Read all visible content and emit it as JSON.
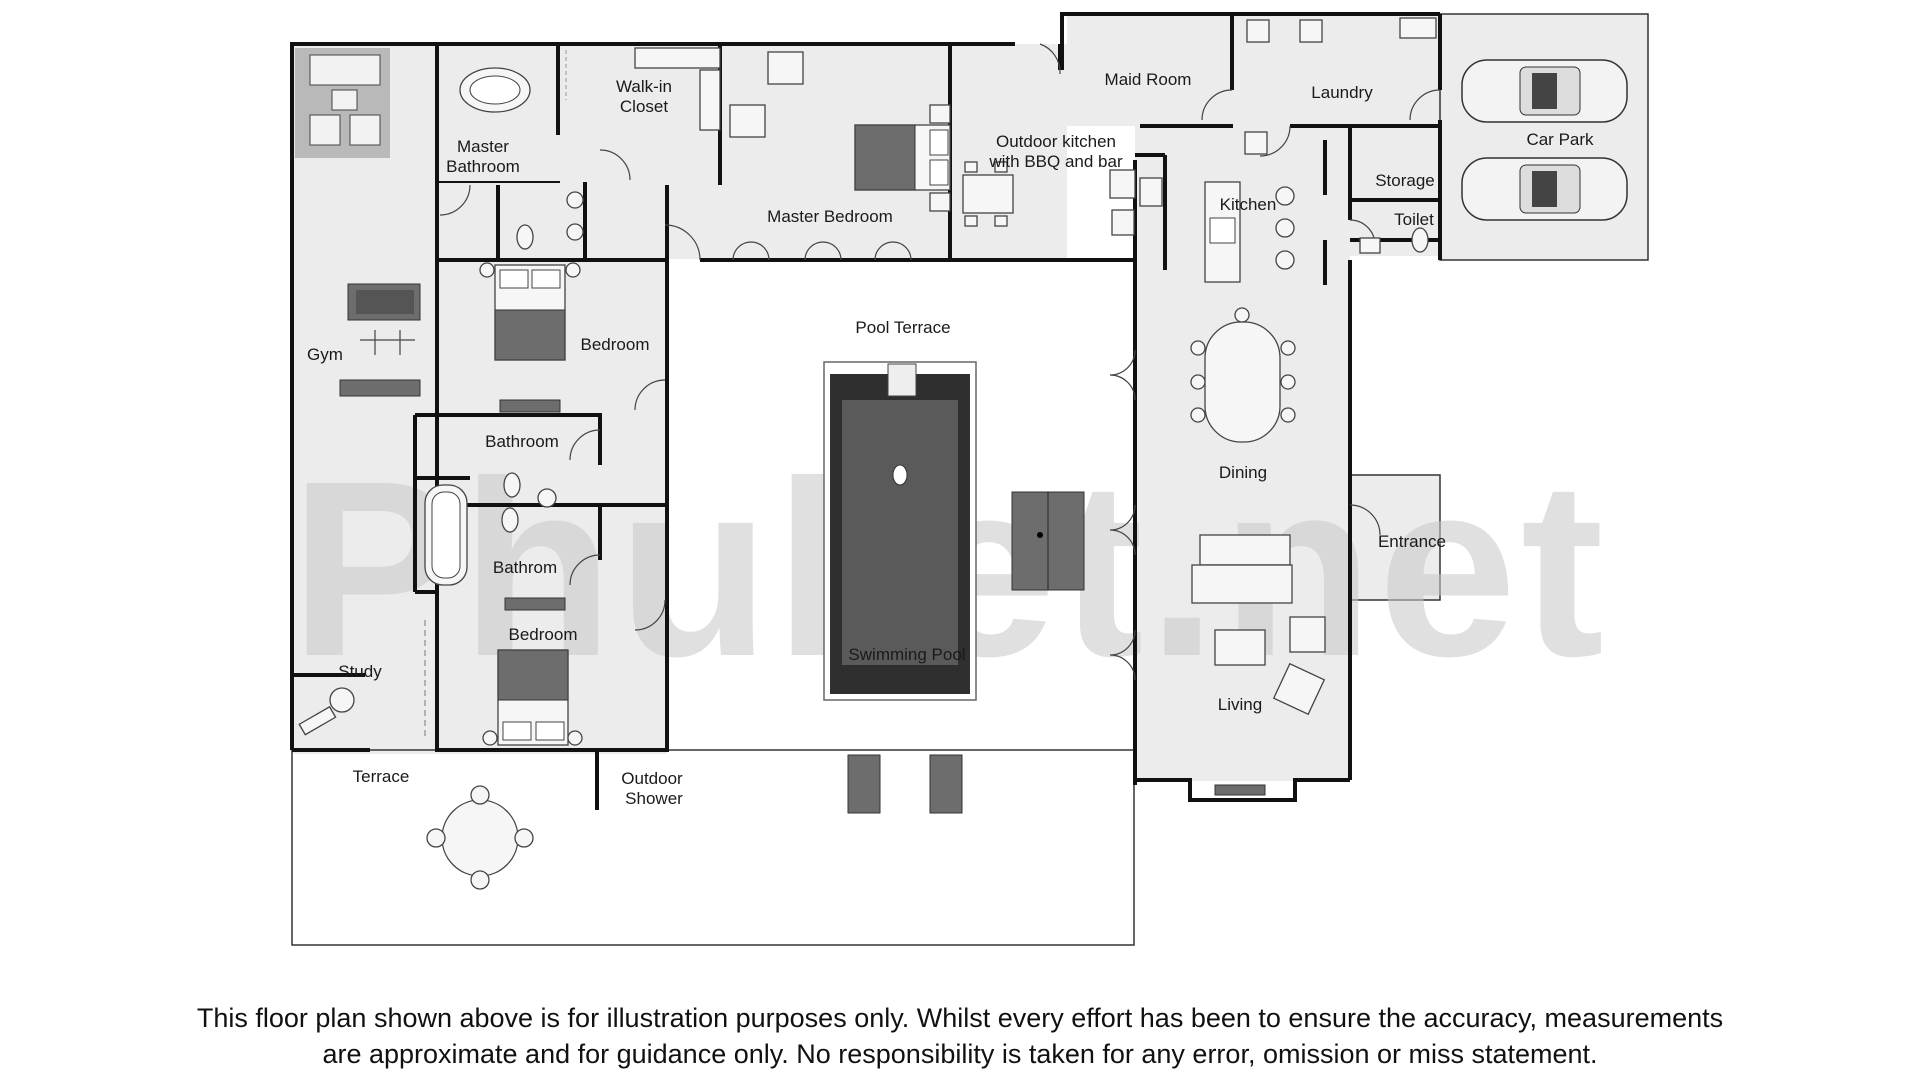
{
  "watermark": "Phuket.net",
  "rooms": {
    "gym": "Gym",
    "master_bathroom_1": "Master",
    "master_bathroom_2": "Bathroom",
    "walkin_1": "Walk-in",
    "walkin_2": "Closet",
    "master_bedroom": "Master Bedroom",
    "outdoor_kitchen_1": "Outdoor kitchen",
    "outdoor_kitchen_2": "with BBQ and bar",
    "maid_room": "Maid Room",
    "laundry": "Laundry",
    "car_park": "Car Park",
    "storage": "Storage",
    "toilet": "Toilet",
    "kitchen": "Kitchen",
    "bedroom_1": "Bedroom",
    "pool_terrace": "Pool Terrace",
    "bathroom_1": "Bathroom",
    "bathroom_2": "Bathrom",
    "dining": "Dining",
    "entrance": "Entrance",
    "bedroom_2": "Bedroom",
    "swimming_pool": "Swimming Pool",
    "study": "Study",
    "living": "Living",
    "terrace": "Terrace",
    "outdoor_shower_1": "Outdoor",
    "outdoor_shower_2": "Shower"
  },
  "disclaimer": {
    "line1": "This floor plan shown above is for illustration purposes only. Whilst every effort has been to ensure the accuracy, measurements",
    "line2": "are approximate and for guidance only. No responsibility is taken for any error, omission or miss statement."
  }
}
